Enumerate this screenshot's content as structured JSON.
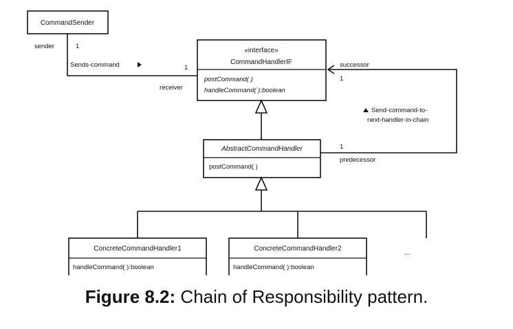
{
  "classes": {
    "command_sender": {
      "name": "CommandSender"
    },
    "interface": {
      "stereotype": "«interface»",
      "name": "CommandHandlerIF",
      "ops": [
        "postCommand( )",
        "handleCommand( ):boolean"
      ]
    },
    "abstract_handler": {
      "name": "AbstractCommandHandler",
      "ops": [
        "postCommand( )"
      ]
    },
    "concrete1": {
      "name": "ConcreteCommandHandler1",
      "ops": [
        "handleCommand( ):boolean"
      ]
    },
    "concrete2": {
      "name": "ConcreteCommandHandler2",
      "ops": [
        "handleCommand( ):boolean"
      ]
    }
  },
  "ellipsis": "...",
  "associations": {
    "sends": {
      "role_source": "sender",
      "mult_source": "1",
      "label": "Sends-command",
      "mult_target": "1",
      "role_target": "receiver"
    },
    "chain": {
      "role_successor": "successor",
      "mult_successor": "1",
      "label_line1": "Send-command-to-",
      "label_line2": "next-handler-in-chain",
      "mult_predecessor": "1",
      "role_predecessor": "predecessor"
    }
  },
  "caption": {
    "label": "Figure 8.2:",
    "text": "Chain of Responsibility pattern."
  }
}
